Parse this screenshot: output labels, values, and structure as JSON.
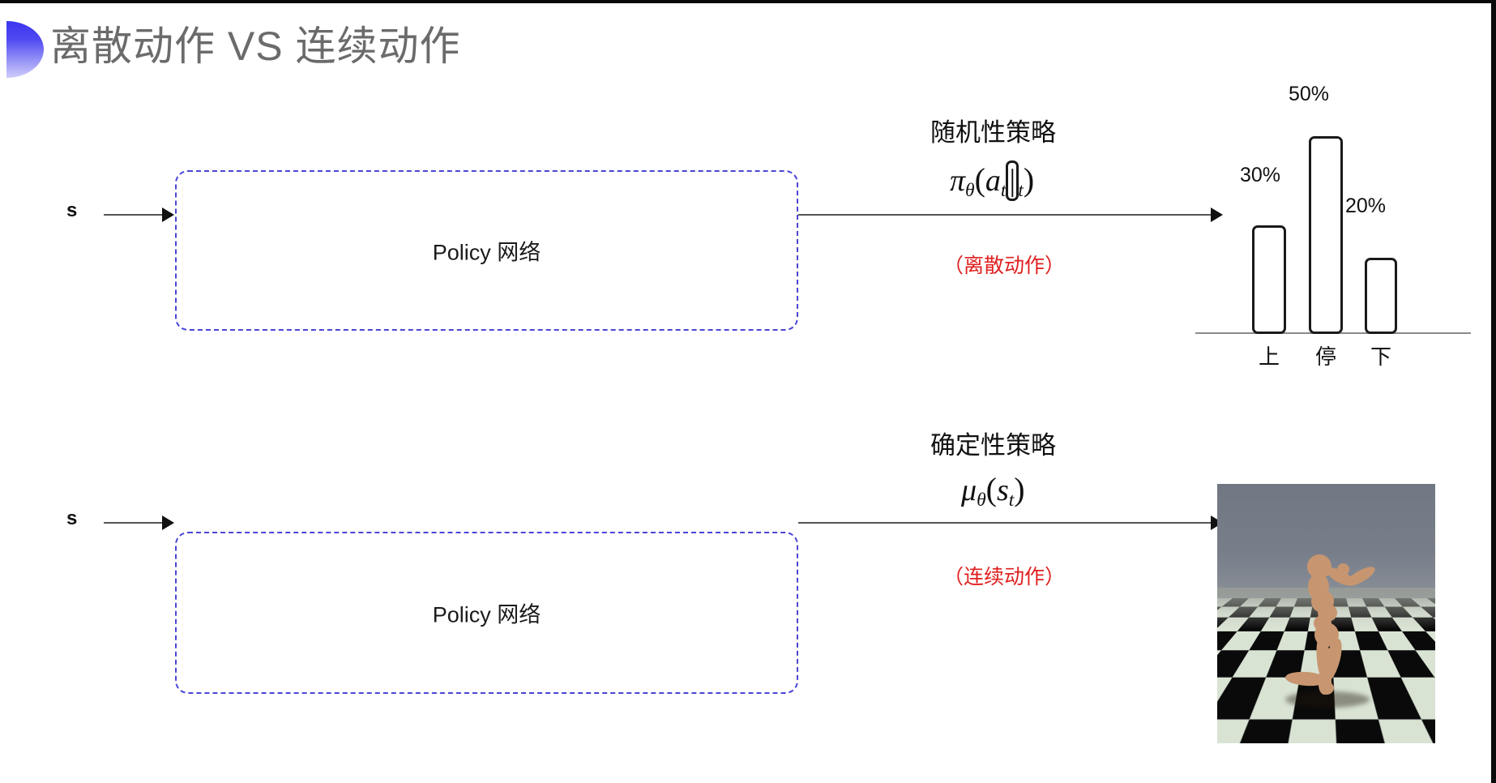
{
  "slide": {
    "title": "离散动作 VS 连续动作",
    "bullet_icon": "half-circle-bullet",
    "accent_color": "#3a35ef",
    "title_color": "#6b6b6b"
  },
  "rows": [
    {
      "id": "discrete",
      "input_label": "s",
      "box_label": "Policy 网络",
      "box_border_color": "#4a45d6",
      "policy_heading": "随机性策略",
      "formula": {
        "fn": "π",
        "sub": "θ",
        "args": "(a_t|s_t)"
      },
      "note": "（离散动作）",
      "note_color": "#e02020",
      "output_kind": "bar-chart"
    },
    {
      "id": "continuous",
      "input_label": "s",
      "box_label": "Policy 网络",
      "box_border_color": "#4a45d6",
      "policy_heading": "确定性策略",
      "formula": {
        "fn": "μ",
        "sub": "θ",
        "args": "(s_t)"
      },
      "note": "（连续动作）",
      "note_color": "#e02020",
      "output_kind": "humanoid-simulation"
    }
  ],
  "chart_data": {
    "type": "bar",
    "title": "",
    "categories": [
      "上",
      "停",
      "下"
    ],
    "values": [
      30,
      50,
      20
    ],
    "value_labels": [
      "30%",
      "50%",
      "20%"
    ],
    "ylabel": "",
    "xlabel": "",
    "ylim": [
      0,
      60
    ],
    "grid": false,
    "legend": "none",
    "bar_fill": "#ffffff",
    "bar_stroke": "#1a1a1a"
  },
  "simulation": {
    "name": "humanoid-simulation",
    "sky_color": "#717884",
    "floor_colors": [
      "#0a0a0a",
      "#d9e3d4"
    ],
    "body_color": "#c79670"
  }
}
